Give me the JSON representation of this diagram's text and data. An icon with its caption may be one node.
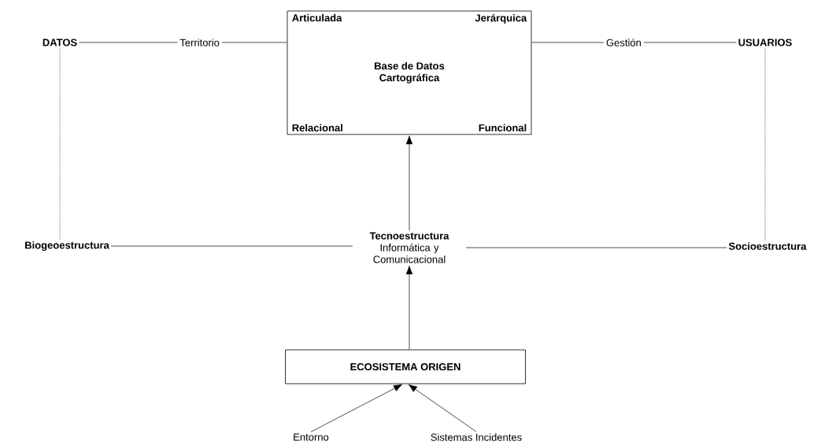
{
  "diagram": {
    "nodes": [
      {
        "text": [
          "DATOS"
        ]
      },
      {
        "text": [
          "Articulada",
          "Jerárquica",
          "Base de Datos Cartográfica",
          "Relacional",
          "Funcional"
        ]
      },
      {
        "text": [
          "USUARIOS"
        ]
      },
      {
        "text": [
          "Biogeoestructura"
        ]
      },
      {
        "text": [
          "Tecnoestructura",
          "Informática y Comunicacional"
        ]
      },
      {
        "text": [
          "Socioestructura"
        ]
      },
      {
        "text": [
          "ECOSISTEMA ORIGEN"
        ]
      },
      {
        "text": [
          "Entorno"
        ]
      },
      {
        "text": [
          "Sistemas Incidentes"
        ]
      }
    ],
    "edges": [
      {
        "from": 0,
        "to": 1,
        "arrow": "none",
        "label": "Territorio"
      },
      {
        "from": 1,
        "to": 2,
        "arrow": "none",
        "label": "Gestión"
      },
      {
        "from": 0,
        "to": 3,
        "arrow": "none",
        "style": "dashed"
      },
      {
        "from": 2,
        "to": 5,
        "arrow": "none",
        "style": "dashed"
      },
      {
        "from": 3,
        "to": 4,
        "arrow": "none"
      },
      {
        "from": 4,
        "to": 5,
        "arrow": "none"
      },
      {
        "from": 4,
        "to": 1,
        "arrow": "to"
      },
      {
        "from": 6,
        "to": 4,
        "arrow": "to"
      },
      {
        "from": 7,
        "to": 6,
        "arrow": "to"
      },
      {
        "from": 8,
        "to": 6,
        "arrow": "to"
      }
    ]
  }
}
